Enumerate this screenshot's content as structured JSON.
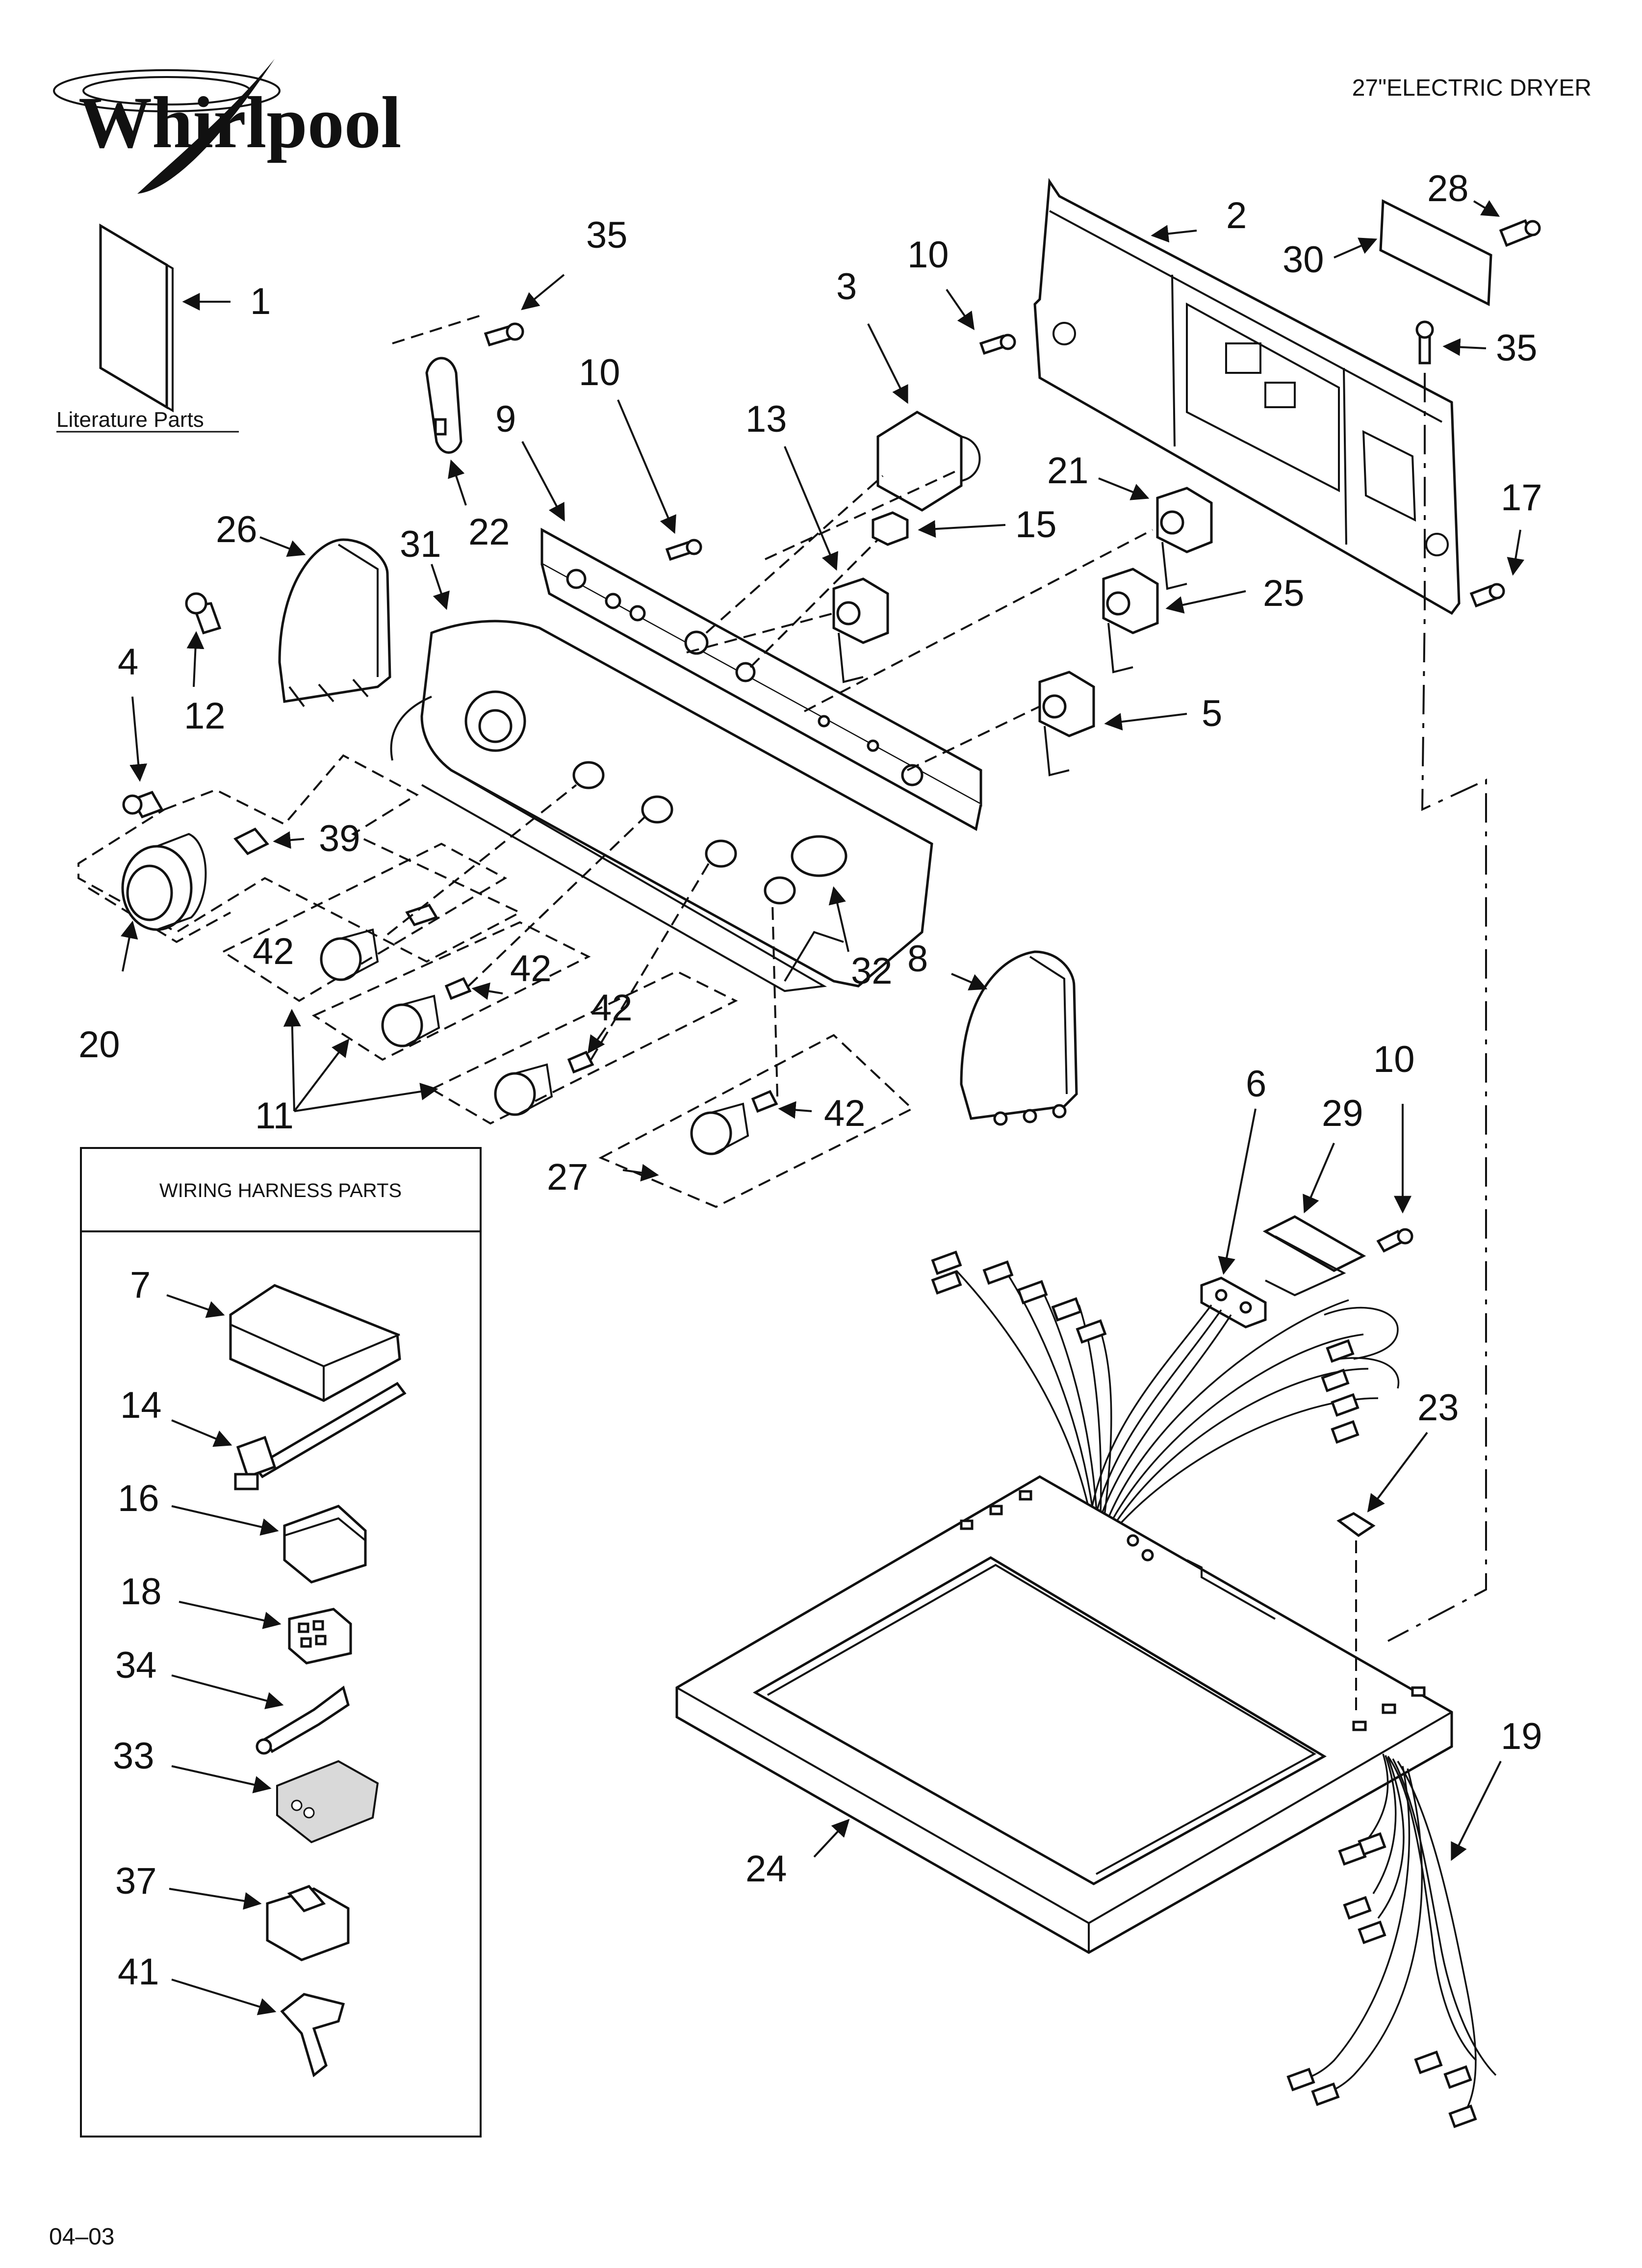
{
  "brand": {
    "name": "Whirlpool",
    "model_label": "27\"ELECTRIC DRYER"
  },
  "literature_label": "Literature Parts",
  "harness_box_title": "WIRING HARNESS PARTS",
  "footer_code": "04–03",
  "callouts": {
    "c1": "1",
    "c2": "2",
    "c3": "3",
    "c4": "4",
    "c5": "5",
    "c6": "6",
    "c7": "7",
    "c8": "8",
    "c9": "9",
    "c10a": "10",
    "c10b": "10",
    "c10c": "10",
    "c11": "11",
    "c12": "12",
    "c13": "13",
    "c14": "14",
    "c15": "15",
    "c16": "16",
    "c17": "17",
    "c18": "18",
    "c19": "19",
    "c20": "20",
    "c21": "21",
    "c22": "22",
    "c23": "23",
    "c24": "24",
    "c25": "25",
    "c26": "26",
    "c27": "27",
    "c28": "28",
    "c29": "29",
    "c30": "30",
    "c31": "31",
    "c32": "32",
    "c33": "33",
    "c34": "34",
    "c35a": "35",
    "c35b": "35",
    "c37": "37",
    "c39": "39",
    "c41": "41",
    "c42a": "42",
    "c42b": "42",
    "c42c": "42",
    "c42d": "42"
  }
}
